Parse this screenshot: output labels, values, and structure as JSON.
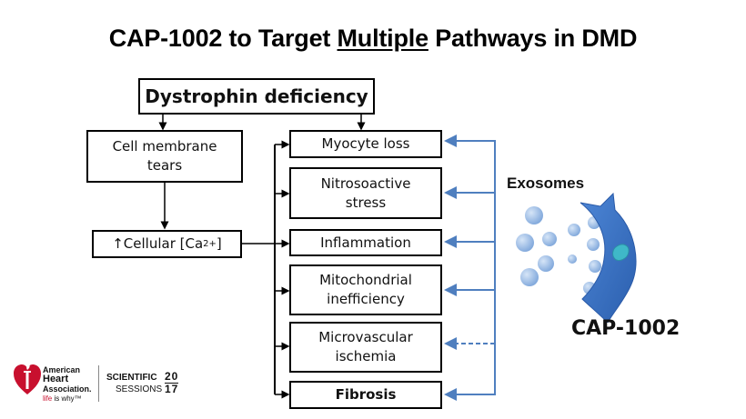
{
  "slide": {
    "title_prefix": "CAP-1002 to Target ",
    "title_emphasis": "Multiple",
    "title_suffix": " Pathways in DMD"
  },
  "diagram": {
    "root": "Dystrophin deficiency",
    "left_chain": {
      "cell_membrane_line1": "Cell membrane",
      "cell_membrane_line2": "tears",
      "calcium_prefix": "Cellular [Ca",
      "calcium_superscript": "2+",
      "calcium_suffix": "]",
      "calcium_arrow_icon": "↑"
    },
    "pathways": [
      {
        "line1": "Myocyte loss",
        "line2": "",
        "bold": false,
        "cap_effect": "solid"
      },
      {
        "line1": "Nitrosoactive",
        "line2": "stress",
        "bold": false,
        "cap_effect": "solid"
      },
      {
        "line1": "Inflammation",
        "line2": "",
        "bold": false,
        "cap_effect": "solid"
      },
      {
        "line1": "Mitochondrial",
        "line2": "inefficiency",
        "bold": false,
        "cap_effect": "solid"
      },
      {
        "line1": "Microvascular",
        "line2": "ischemia",
        "bold": false,
        "cap_effect": "dashed"
      },
      {
        "line1": "Fibrosis",
        "line2": "",
        "bold": true,
        "cap_effect": "solid"
      }
    ],
    "colors": {
      "arrow_blue": "#4f7fbf",
      "cell_blue": "#3a72c4",
      "exosome_blue": "#8fb4e3",
      "nucleus_teal": "#3fb8c8"
    }
  },
  "illustration": {
    "exosomes_label": "Exosomes",
    "cell_label": "CAP-1002"
  },
  "footer": {
    "aha_line1": "American",
    "aha_line2": "Heart",
    "aha_line3": "Association.",
    "aha_tag_red": "life",
    "aha_tag_rest": " is why™",
    "sessions_line1": "SCIENTIFIC",
    "sessions_line2": "SESSIONS",
    "year_top": "20",
    "year_bottom": "17",
    "brand_red": "#c8102e"
  }
}
